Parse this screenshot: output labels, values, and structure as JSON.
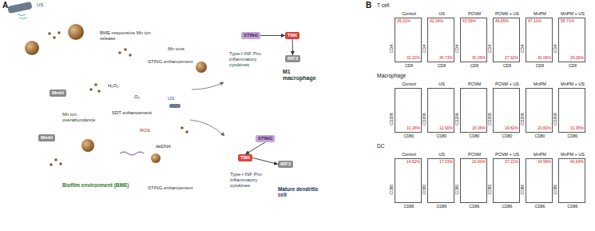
{
  "diagram": {
    "nodes": [
      {
        "text": [
          "Biofilm environment (BME)"
        ]
      },
      {
        "text": [
          "Mn ion overabundance"
        ],
        "in": 0
      },
      {
        "text": [
          "MntH"
        ],
        "in": 0
      },
      {
        "text": [
          "MntH"
        ],
        "in": 0
      },
      {
        "text": [
          "M1 macrophage",
          "Type-I INF Pro-inflammatory cytokines"
        ]
      },
      {
        "text": [
          "STING"
        ],
        "in": 4
      },
      {
        "text": [
          "TBK"
        ],
        "in": 4
      },
      {
        "text": [
          "IRF3"
        ],
        "in": 4
      },
      {
        "text": [
          "Mature dendritic cell",
          "Type-I INF Pro-inflammatory cytokines"
        ]
      },
      {
        "text": [
          "STING"
        ],
        "in": 8
      },
      {
        "text": [
          "TBK"
        ],
        "in": 8
      },
      {
        "text": [
          "IRF3"
        ],
        "in": 8
      },
      {
        "text": [
          "Control",
          "39.21%",
          "32.20%",
          "CD4",
          "CD8"
        ]
      },
      {
        "text": [
          "US",
          "42.34%",
          "36.73%",
          "CD4",
          "CD8"
        ]
      },
      {
        "text": [
          "PCNM",
          "43.59%",
          "30.06%",
          "CD4",
          "CD8"
        ]
      },
      {
        "text": [
          "PCNM + US",
          "49.65%",
          "27.92%",
          "CD4",
          "CD8"
        ]
      },
      {
        "text": [
          "MnPM",
          "47.10%",
          "30.06%",
          "CD4",
          "CD8"
        ]
      },
      {
        "text": [
          "MnPM + US",
          "55.71%",
          "29.26%",
          "CD4",
          "CD8"
        ]
      },
      {
        "text": [
          "Control",
          "10.26%",
          "CD206",
          "CD80"
        ]
      },
      {
        "text": [
          "US",
          "12.90%",
          "CD206",
          "CD80"
        ]
      },
      {
        "text": [
          "PCNM",
          "16.06%",
          "CD206",
          "CD80"
        ]
      },
      {
        "text": [
          "PCNM + US",
          "24.82%",
          "CD206",
          "CD80"
        ]
      },
      {
        "text": [
          "MnPM",
          "20.82%",
          "CD206",
          "CD80"
        ]
      },
      {
        "text": [
          "MnPM + US",
          "31.95%",
          "CD206",
          "CD80"
        ]
      },
      {
        "text": [
          "Control",
          "14.62%",
          "CD80",
          "CD86"
        ]
      },
      {
        "text": [
          "US",
          "17.03%",
          "CD80",
          "CD86"
        ]
      },
      {
        "text": [
          "PCNM",
          "20.60%",
          "CD80",
          "CD86"
        ]
      },
      {
        "text": [
          "PCNM + US",
          "37.21%",
          "CD80",
          "CD86"
        ]
      },
      {
        "text": [
          "MnPM",
          "34.99%",
          "CD80",
          "CD86"
        ]
      },
      {
        "text": [
          "MnPM + US",
          "40.64%",
          "CD80",
          "CD86"
        ]
      }
    ],
    "edges": [
      {
        "from": 5,
        "to": 6,
        "arrow": "to"
      },
      {
        "from": 6,
        "to": 7,
        "arrow": "to"
      },
      {
        "from": 9,
        "to": 10,
        "arrow": "to"
      },
      {
        "from": 10,
        "to": 11,
        "arrow": "to"
      }
    ],
    "labels": [
      "A",
      "US",
      "BME-responsive Mn ion release",
      "Mn ions",
      "STING enhancement",
      "H₂O₂",
      "O₂",
      "US",
      "SDT enhancement",
      "ROS",
      "dsDNA",
      "STING enhancement",
      "B",
      "T cell",
      "Macrophage",
      "DC"
    ]
  }
}
